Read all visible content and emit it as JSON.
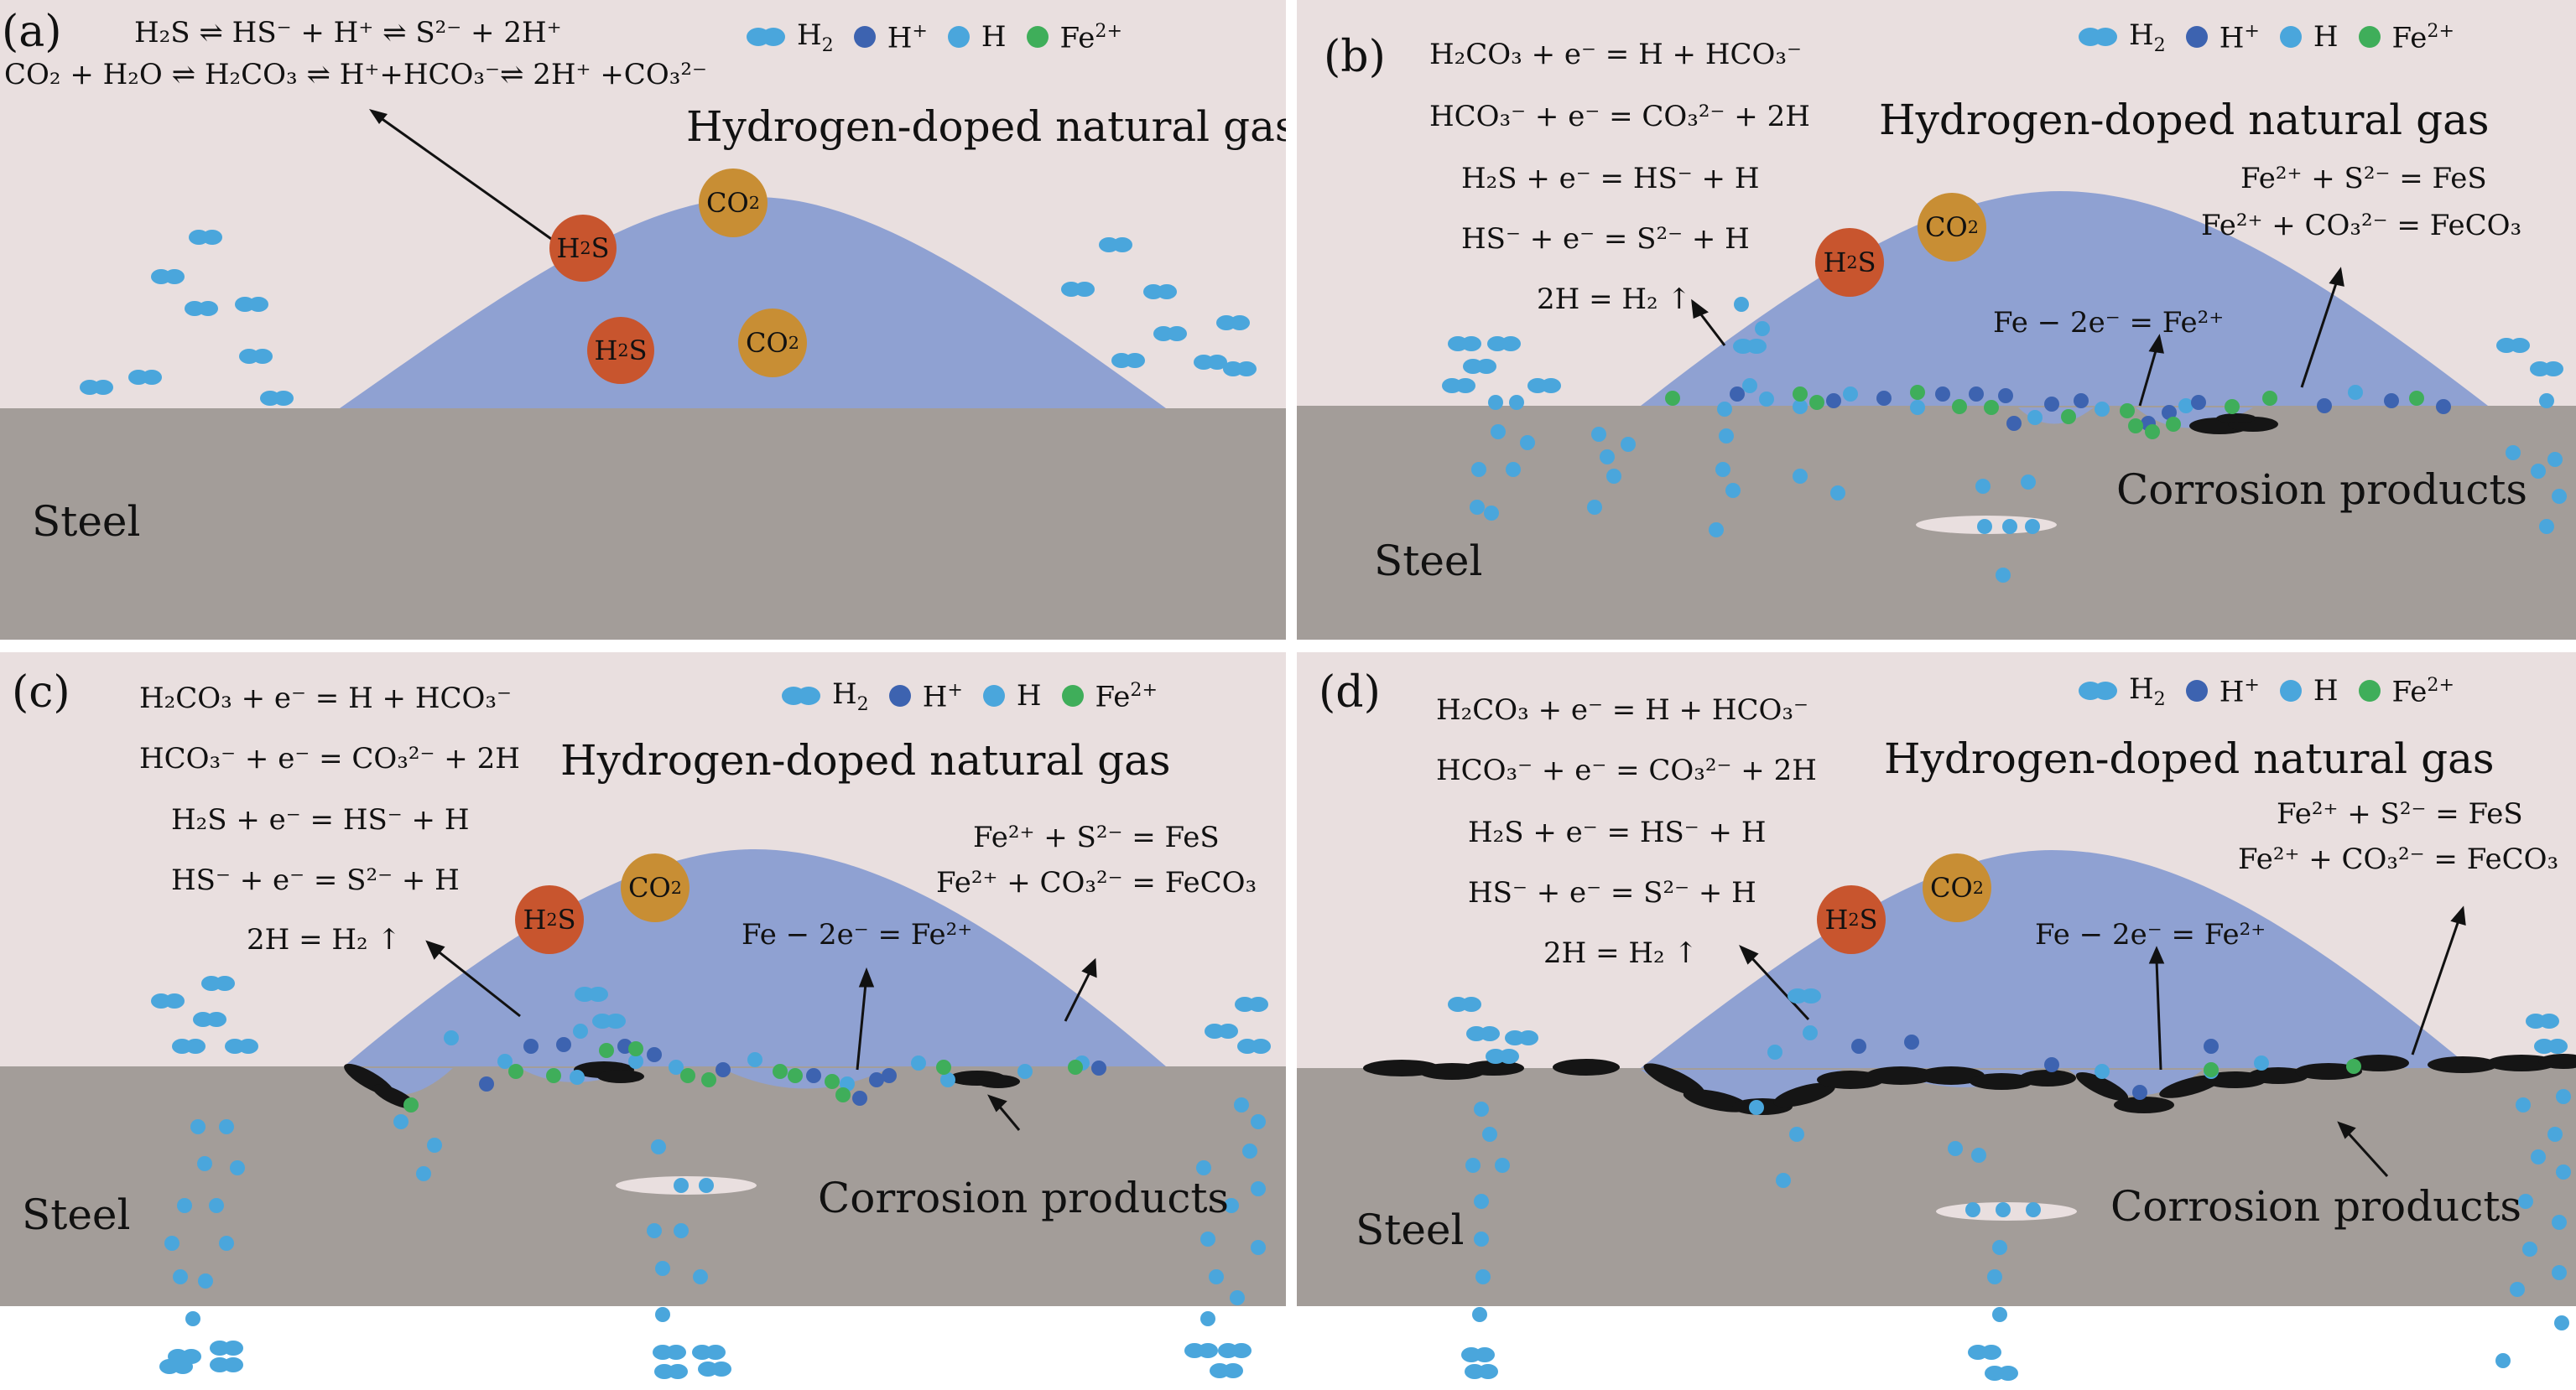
{
  "colors": {
    "gas": "#8fa1d2",
    "background": "#e9dfdf",
    "steel": "#a39d99",
    "h2": "#4aa6dc",
    "hplus": "#3d63b0",
    "h": "#4aa6dc",
    "fe2": "#3fae5a",
    "product": "#151515",
    "h2s": "#c8552e",
    "co2": "#c88e34"
  },
  "legend": {
    "h2": "H",
    "hplus": "H",
    "h": "H",
    "fe": "Fe"
  },
  "molecules": {
    "h2s": "H",
    "co2": "CO"
  },
  "common": {
    "title": "Hydrogen-doped natural gas",
    "steel": "Steel",
    "corrosion": "Corrosion products",
    "anodic": "Fe − 2e⁻ = Fe²⁺"
  },
  "panels": [
    {
      "label": "(a)",
      "equations": [
        "H₂S ⇌ HS⁻ + H⁺ ⇌ S²⁻ + 2H⁺",
        "CO₂ + H₂O ⇌ H₂CO₃ ⇌ H⁺+HCO₃⁻⇌ 2H⁺ +CO₃²⁻"
      ]
    },
    {
      "label": "(b)",
      "cathodic": [
        "H₂CO₃ + e⁻ = H + HCO₃⁻",
        "HCO₃⁻ + e⁻ = CO₃²⁻ + 2H",
        "H₂S + e⁻ = HS⁻ + H",
        "HS⁻ + e⁻ = S²⁻ + H",
        "2H = H₂ ↑"
      ],
      "products": [
        "Fe²⁺ + S²⁻ = FeS",
        "Fe²⁺ + CO₃²⁻ = FeCO₃"
      ]
    },
    {
      "label": "(c)",
      "cathodic": [
        "H₂CO₃ + e⁻ = H + HCO₃⁻",
        "HCO₃⁻ + e⁻ = CO₃²⁻ + 2H",
        "H₂S + e⁻ = HS⁻ + H",
        "HS⁻ + e⁻ = S²⁻ + H",
        "2H = H₂ ↑"
      ],
      "products": [
        "Fe²⁺ + S²⁻ = FeS",
        "Fe²⁺ + CO₃²⁻ = FeCO₃"
      ]
    },
    {
      "label": "(d)",
      "cathodic": [
        "H₂CO₃ + e⁻ = H + HCO₃⁻",
        "HCO₃⁻ + e⁻ = CO₃²⁻ + 2H",
        "H₂S + e⁻ = HS⁻ + H",
        "HS⁻ + e⁻ = S²⁻ + H",
        "2H = H₂ ↑"
      ],
      "products": [
        "Fe²⁺ + S²⁻ = FeS",
        "Fe²⁺ + CO₃²⁻ = FeCO₃"
      ]
    }
  ]
}
